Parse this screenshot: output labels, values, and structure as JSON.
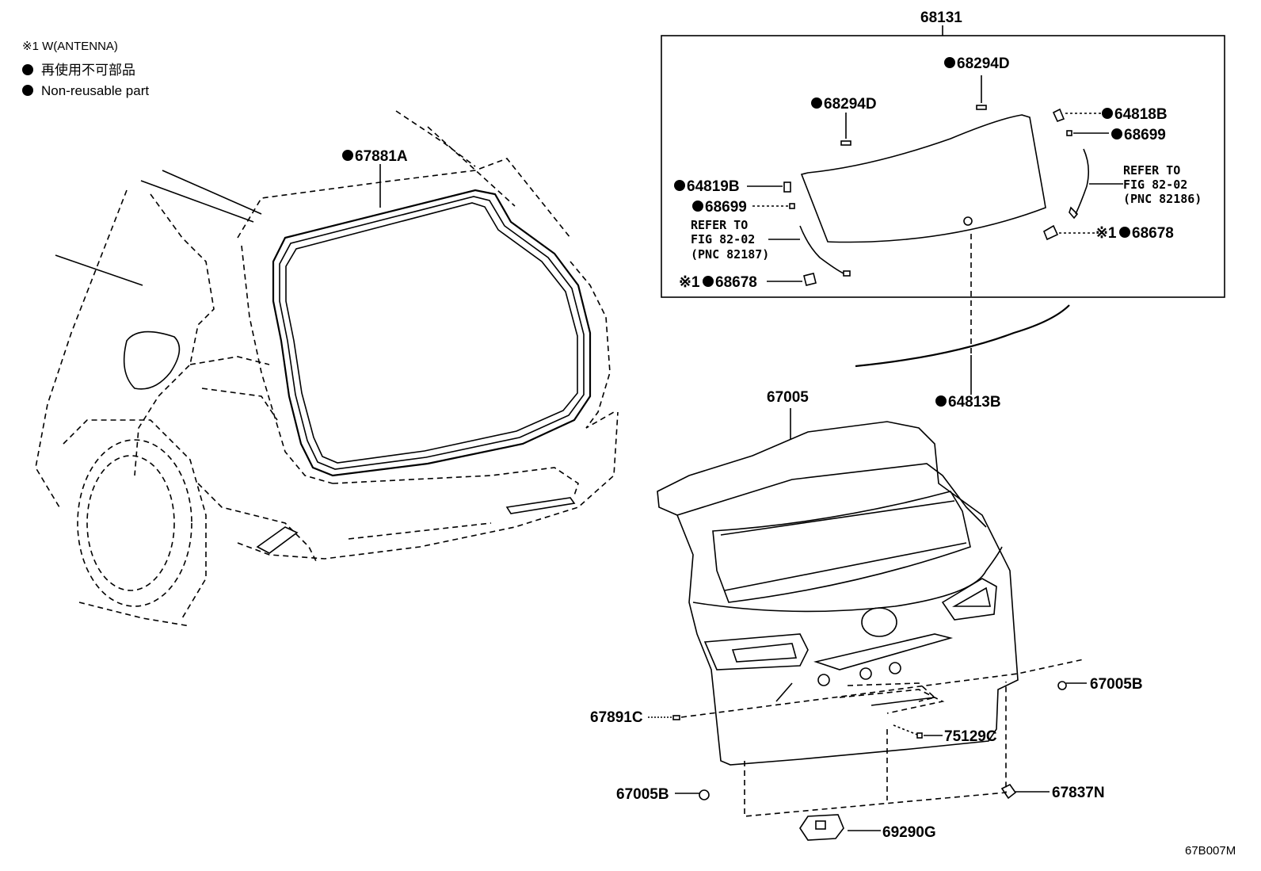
{
  "legend": {
    "note": "※1 W(ANTENNA)",
    "jp": "再使用不可部品",
    "en": "Non-reusable part"
  },
  "labels": {
    "p68131": "68131",
    "p68294D_a": "68294D",
    "p68294D_b": "68294D",
    "p64818B": "64818B",
    "p68699_r": "68699",
    "p64819B": "64819B",
    "p68699_l": "68699",
    "refer_r": [
      "REFER TO",
      "FIG 82-02",
      "(PNC 82186)"
    ],
    "refer_l": [
      "REFER TO",
      "FIG 82-02",
      "(PNC 82187)"
    ],
    "p68678_r": "68678",
    "p68678_l": "68678",
    "mark1": "※1",
    "p67881A": "67881A",
    "p64813B": "64813B",
    "p67005": "67005",
    "p67005B_r": "67005B",
    "p67891C": "67891C",
    "p75129C": "75129C",
    "p67005B_l": "67005B",
    "p67837N": "67837N",
    "p69290G": "69290G",
    "figure_code": "67B007M"
  }
}
